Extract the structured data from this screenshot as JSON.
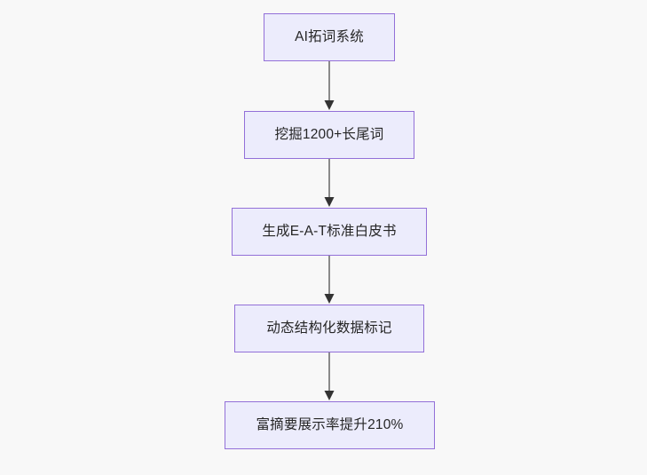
{
  "diagram": {
    "type": "flowchart",
    "direction": "top-to-bottom",
    "background_color": "#f8f8f8",
    "node_fill_color": "#ececfc",
    "node_border_color": "#9370d8",
    "node_text_color": "#262626",
    "edge_line_color": "#8a8a8a",
    "edge_arrow_color": "#333333",
    "nodes": [
      {
        "id": "node-1",
        "label": "AI拓词系统"
      },
      {
        "id": "node-2",
        "label": "挖掘1200+长尾词"
      },
      {
        "id": "node-3",
        "label": "生成E-A-T标准白皮书"
      },
      {
        "id": "node-4",
        "label": "动态结构化数据标记"
      },
      {
        "id": "node-5",
        "label": "富摘要展示率提升210%"
      }
    ],
    "edges": [
      {
        "id": "edge-1-2",
        "from": "node-1",
        "to": "node-2",
        "arrow": "down-arrowhead"
      },
      {
        "id": "edge-2-3",
        "from": "node-2",
        "to": "node-3",
        "arrow": "down-arrowhead"
      },
      {
        "id": "edge-3-4",
        "from": "node-3",
        "to": "node-4",
        "arrow": "down-arrowhead"
      },
      {
        "id": "edge-4-5",
        "from": "node-4",
        "to": "node-5",
        "arrow": "down-arrowhead"
      }
    ]
  }
}
